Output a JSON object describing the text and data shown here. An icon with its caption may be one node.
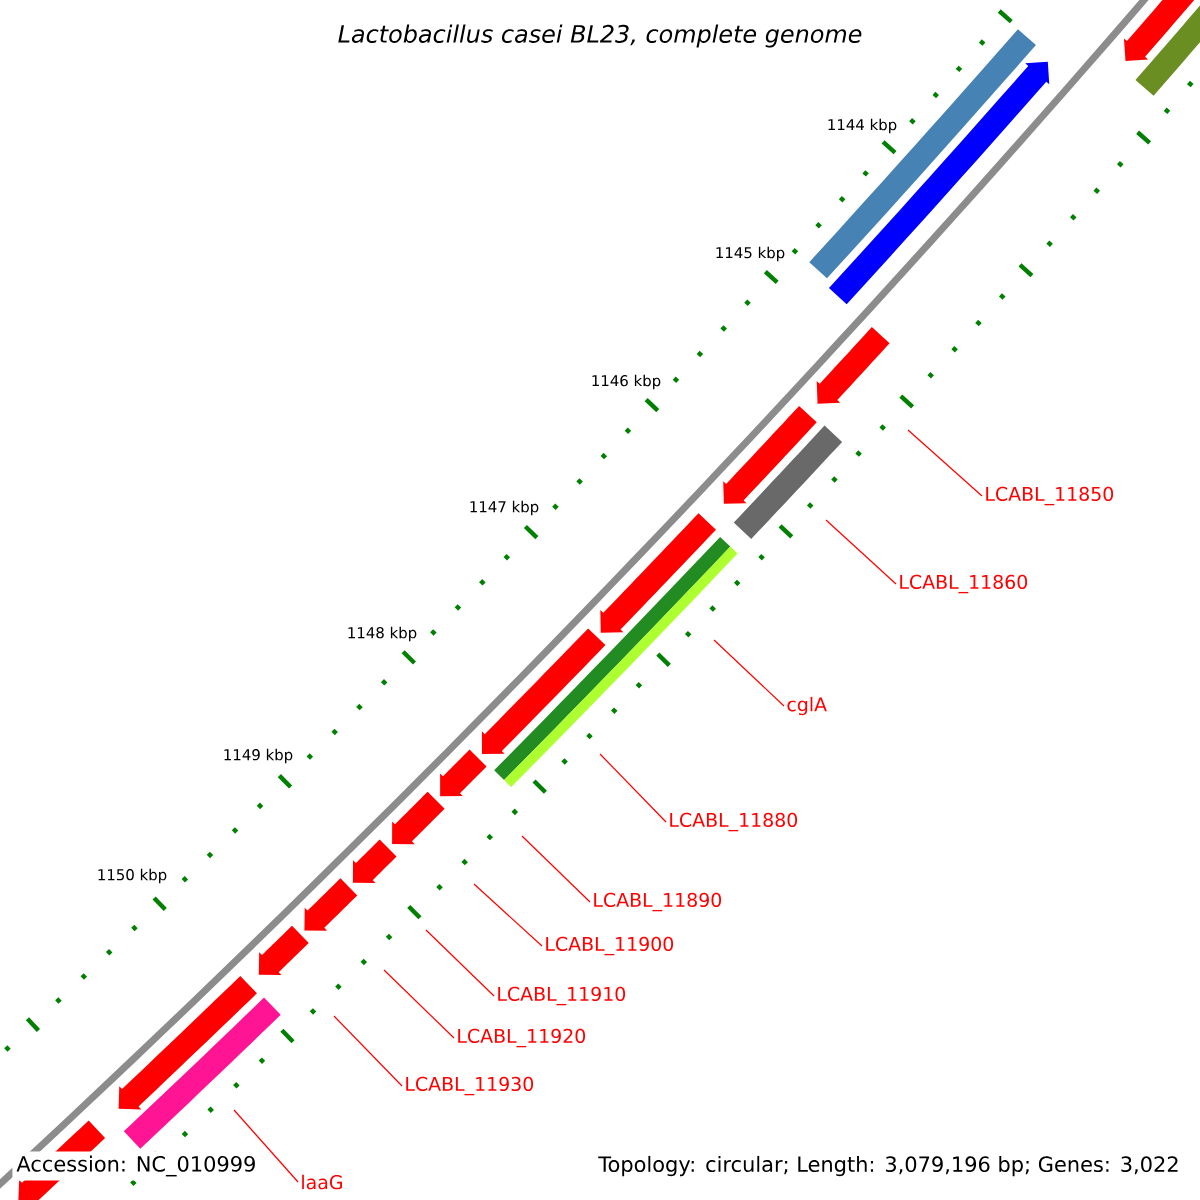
{
  "diagram": {
    "title": "Lactobacillus casei BL23, complete genome",
    "nodes": [
      {
        "text": [
          "LCABL_11850"
        ]
      },
      {
        "text": [
          "LCABL_11860"
        ]
      },
      {
        "text": [
          "cglA"
        ]
      },
      {
        "text": [
          "LCABL_11880"
        ]
      },
      {
        "text": [
          "LCABL_11890"
        ]
      },
      {
        "text": [
          "LCABL_11900"
        ]
      },
      {
        "text": [
          "LCABL_11910"
        ]
      },
      {
        "text": [
          "LCABL_11920"
        ]
      },
      {
        "text": [
          "LCABL_11930"
        ]
      },
      {
        "text": [
          "laaG"
        ]
      }
    ],
    "edges": [
      {
        "from": 0,
        "to": null,
        "arrow": "none"
      },
      {
        "from": 1,
        "to": null,
        "arrow": "none"
      },
      {
        "from": 2,
        "to": null,
        "arrow": "none"
      },
      {
        "from": 3,
        "to": null,
        "arrow": "none"
      },
      {
        "from": 4,
        "to": null,
        "arrow": "none"
      },
      {
        "from": 5,
        "to": null,
        "arrow": "none"
      },
      {
        "from": 6,
        "to": null,
        "arrow": "none"
      },
      {
        "from": 7,
        "to": null,
        "arrow": "none"
      },
      {
        "from": 8,
        "to": null,
        "arrow": "none"
      },
      {
        "from": 9,
        "to": null,
        "arrow": "none"
      }
    ],
    "labels": [
      "1144 kbp",
      "1145 kbp",
      "1146 kbp",
      "1147 kbp",
      "1148 kbp",
      "1149 kbp",
      "1150 kbp",
      "Accession: NC_010999",
      "Topology: circular; Length: 3,079,196 bp; Genes: 3,022"
    ]
  }
}
